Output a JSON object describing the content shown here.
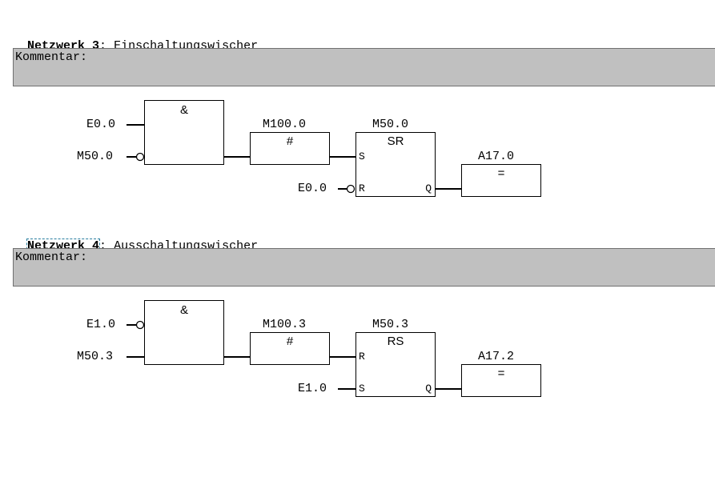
{
  "networks": [
    {
      "label": "Netzwerk 3",
      "separator": ":",
      "title": "Einschaltungswischer",
      "comment_label": "Kommentar:",
      "and_block": {
        "symbol": "&",
        "inputs": [
          "E0.0",
          "M50.0"
        ]
      },
      "flag_block": {
        "address": "M100.0",
        "symbol": "#"
      },
      "flipflop": {
        "address": "M50.0",
        "symbol": "SR",
        "pin_top": "S",
        "pin_bottom": "R",
        "pin_out": "Q",
        "bottom_input": "E0.0"
      },
      "output": {
        "address": "A17.0",
        "symbol": "="
      }
    },
    {
      "label": "Netzwerk 4",
      "separator": ":",
      "title": "Ausschaltungswischer",
      "comment_label": "Kommentar:",
      "and_block": {
        "symbol": "&",
        "inputs": [
          "E1.0",
          "M50.3"
        ]
      },
      "flag_block": {
        "address": "M100.3",
        "symbol": "#"
      },
      "flipflop": {
        "address": "M50.3",
        "symbol": "RS",
        "pin_top": "R",
        "pin_bottom": "S",
        "pin_out": "Q",
        "bottom_input": "E1.0"
      },
      "output": {
        "address": "A17.2",
        "symbol": "="
      }
    }
  ]
}
